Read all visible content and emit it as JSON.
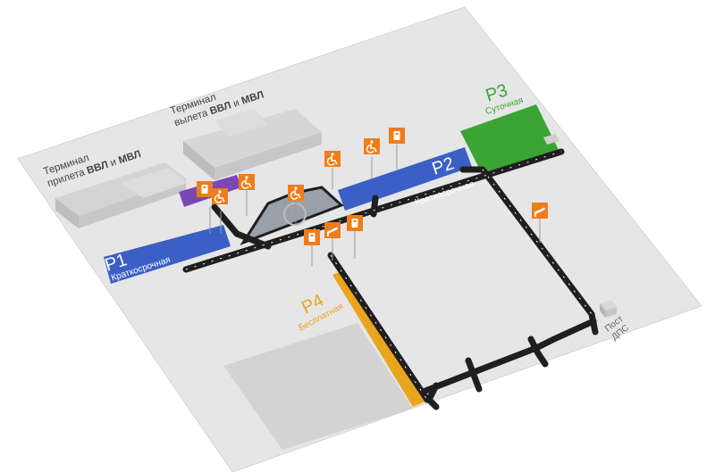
{
  "terminals": {
    "arrival": {
      "line1": "Терминал",
      "line2_prefix": "прилета ",
      "line2_bold": "ВВЛ",
      "line2_mid": " и ",
      "line2_bold2": "МВЛ"
    },
    "departure": {
      "line1": "Терминал",
      "line2_prefix": "вылета ",
      "line2_bold": "ВВЛ",
      "line2_mid": " и ",
      "line2_bold2": "МВЛ"
    }
  },
  "parking": {
    "p1": {
      "code": "P1",
      "type": "Краткосрочная",
      "color": "#3b5fc4"
    },
    "p2": {
      "code": "P2",
      "type": "Краткосрочная",
      "color": "#3b5fc4"
    },
    "p3": {
      "code": "P3",
      "type": "Суточная",
      "color": "#3aa534"
    },
    "p4": {
      "code": "P4",
      "type": "Бесплатная",
      "color": "#e9a51e"
    }
  },
  "post": {
    "line1": "Пост",
    "line2": "ДПС"
  },
  "colors": {
    "ground": "#e6e6e6",
    "road": "#1f1f1f",
    "sign": "#ee7d1a",
    "purple": "#7b47b5",
    "building": "#d2d2d2"
  },
  "icons": [
    "ticket-icon",
    "wheelchair-icon",
    "wheelchair-icon",
    "wheelchair-icon",
    "wheelchair-icon",
    "wheelchair-icon",
    "ticket-icon",
    "ticket-icon",
    "barrier-icon",
    "ticket-icon",
    "barrier-icon"
  ]
}
